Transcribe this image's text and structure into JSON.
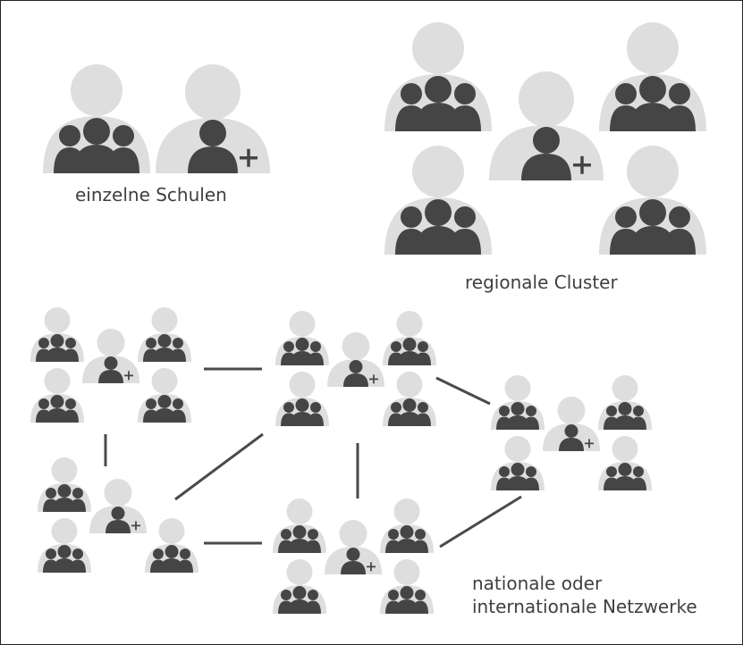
{
  "labels": {
    "single_schools": "einzelne Schulen",
    "regional_cluster": "regionale Cluster",
    "network_line1": "nationale oder",
    "network_line2": "internationale Netzwerke"
  },
  "icons": {
    "school_group": "school-group-icon",
    "school_add": "school-add-icon",
    "plus": "plus-icon"
  },
  "colors": {
    "light": "#dedede",
    "dark": "#454545",
    "line": "#4a4a4a",
    "text": "#3f3f3f"
  }
}
